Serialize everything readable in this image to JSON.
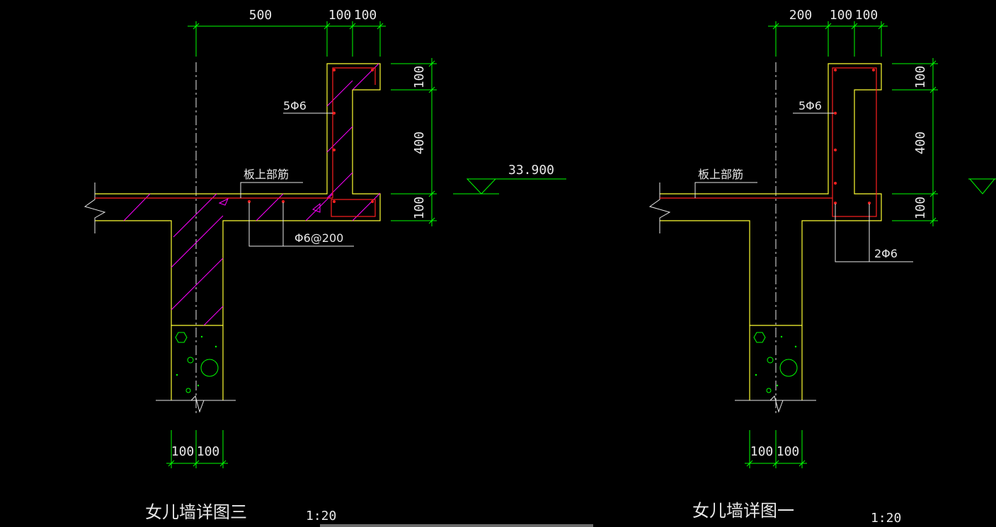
{
  "drawing_left": {
    "title": "女儿墙详图三",
    "scale": "1:20",
    "dims_top": [
      "500",
      "100",
      "100"
    ],
    "dims_right": [
      "100",
      "400",
      "100"
    ],
    "dims_bottom": [
      "100",
      "100"
    ],
    "elevation": "33.900",
    "rebar_label": "5Φ6",
    "slab_label": "板上部筋",
    "stirrup_label": "Φ6@200"
  },
  "drawing_right": {
    "title": "女儿墙详图一",
    "scale": "1:20",
    "dims_top": [
      "200",
      "100",
      "100"
    ],
    "dims_right": [
      "100",
      "400",
      "100"
    ],
    "dims_bottom": [
      "100",
      "100"
    ],
    "rebar_label": "5Φ6",
    "slab_label": "板上部筋",
    "bottom_label": "2Φ6"
  },
  "colors": {
    "background": "#000000",
    "dimension": "#00ff00",
    "concrete": "#ffff33",
    "rebar": "#ff2020",
    "hatch": "#ff00ff",
    "text": "#e8e8e8"
  }
}
